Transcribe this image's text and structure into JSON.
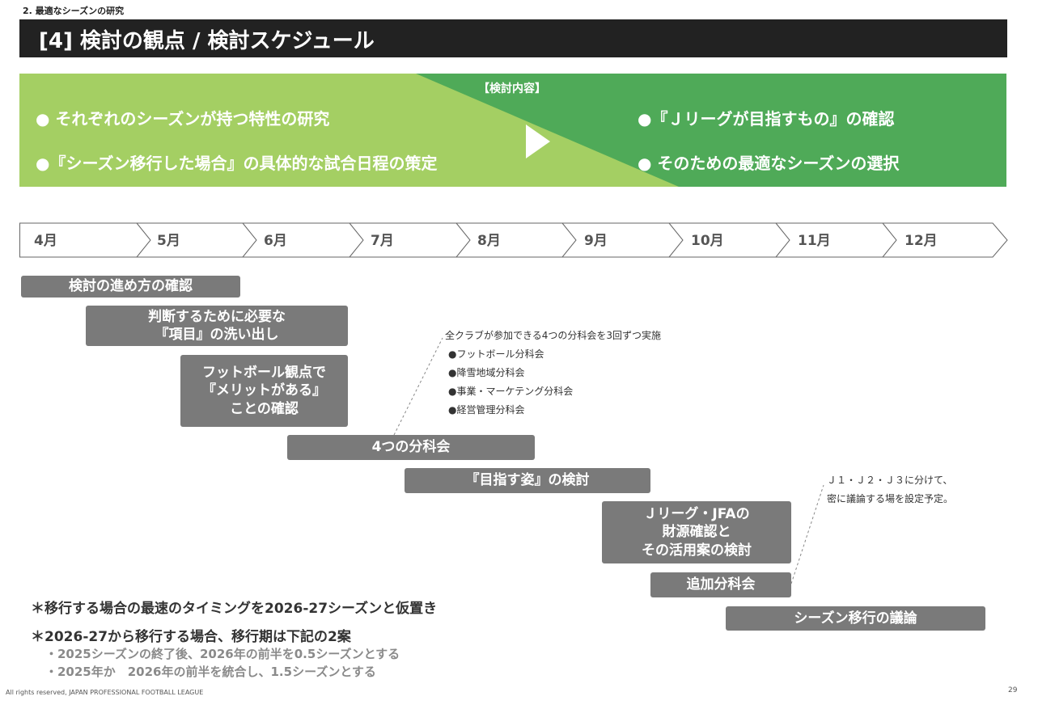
{
  "header": {
    "section": "2. 最適なシーズンの研究",
    "title": "[4] 検討の観点 / 検討スケジュール"
  },
  "banner": {
    "heading": "【検討内容】",
    "left_items": [
      "● それぞれのシーズンが持つ特性の研究",
      "●『シーズン移行した場合』の具体的な試合日程の策定"
    ],
    "right_items": [
      "●『Ｊリーグが目指すもの』の確認",
      "● そのための最適なシーズンの選択"
    ],
    "colors": {
      "light_green": "#a4cf63",
      "dark_green": "#4faa58"
    }
  },
  "timeline": {
    "months": [
      "4月",
      "5月",
      "6月",
      "7月",
      "8月",
      "9月",
      "10月",
      "11月",
      "12月"
    ]
  },
  "tasks": [
    "検討の進め方の確認",
    "判断するために必要な\n『項目』の洗い出し",
    "フットボール観点で\n『メリットがある』\nことの確認",
    "4つの分科会",
    "『目指す姿』の検討",
    "Ｊリーグ・JFAの\n財源確認と\nその活用案の検討",
    "追加分科会",
    "シーズン移行の議論"
  ],
  "notes": {
    "subcommittee_title": "全クラブが参加できる4つの分科会を3回ずつ実施",
    "subcommittees": [
      "●フットボール分科会",
      "●降雪地域分科会",
      "●事業・マーケテング分科会",
      "●経営管理分科会"
    ],
    "additional": [
      "Ｊ１・Ｊ２・Ｊ３に分けて、",
      "密に議論する場を設定予定。"
    ]
  },
  "footnotes": {
    "line1": "＊移行する場合の最速のタイミングを2026-27シーズンと仮置き",
    "line2": "＊2026-27から移行する場合、移行期は下記の2案",
    "option1": "・2025シーズンの終了後、2026年の前半を0.5シーズンとする",
    "option2": "・2025年か　2026年の前半を統合し、1.5シーズンとする"
  },
  "footer": {
    "copyright": "All rights reserved, JAPAN PROFESSIONAL FOOTBALL LEAGUE",
    "page_number": "29"
  }
}
